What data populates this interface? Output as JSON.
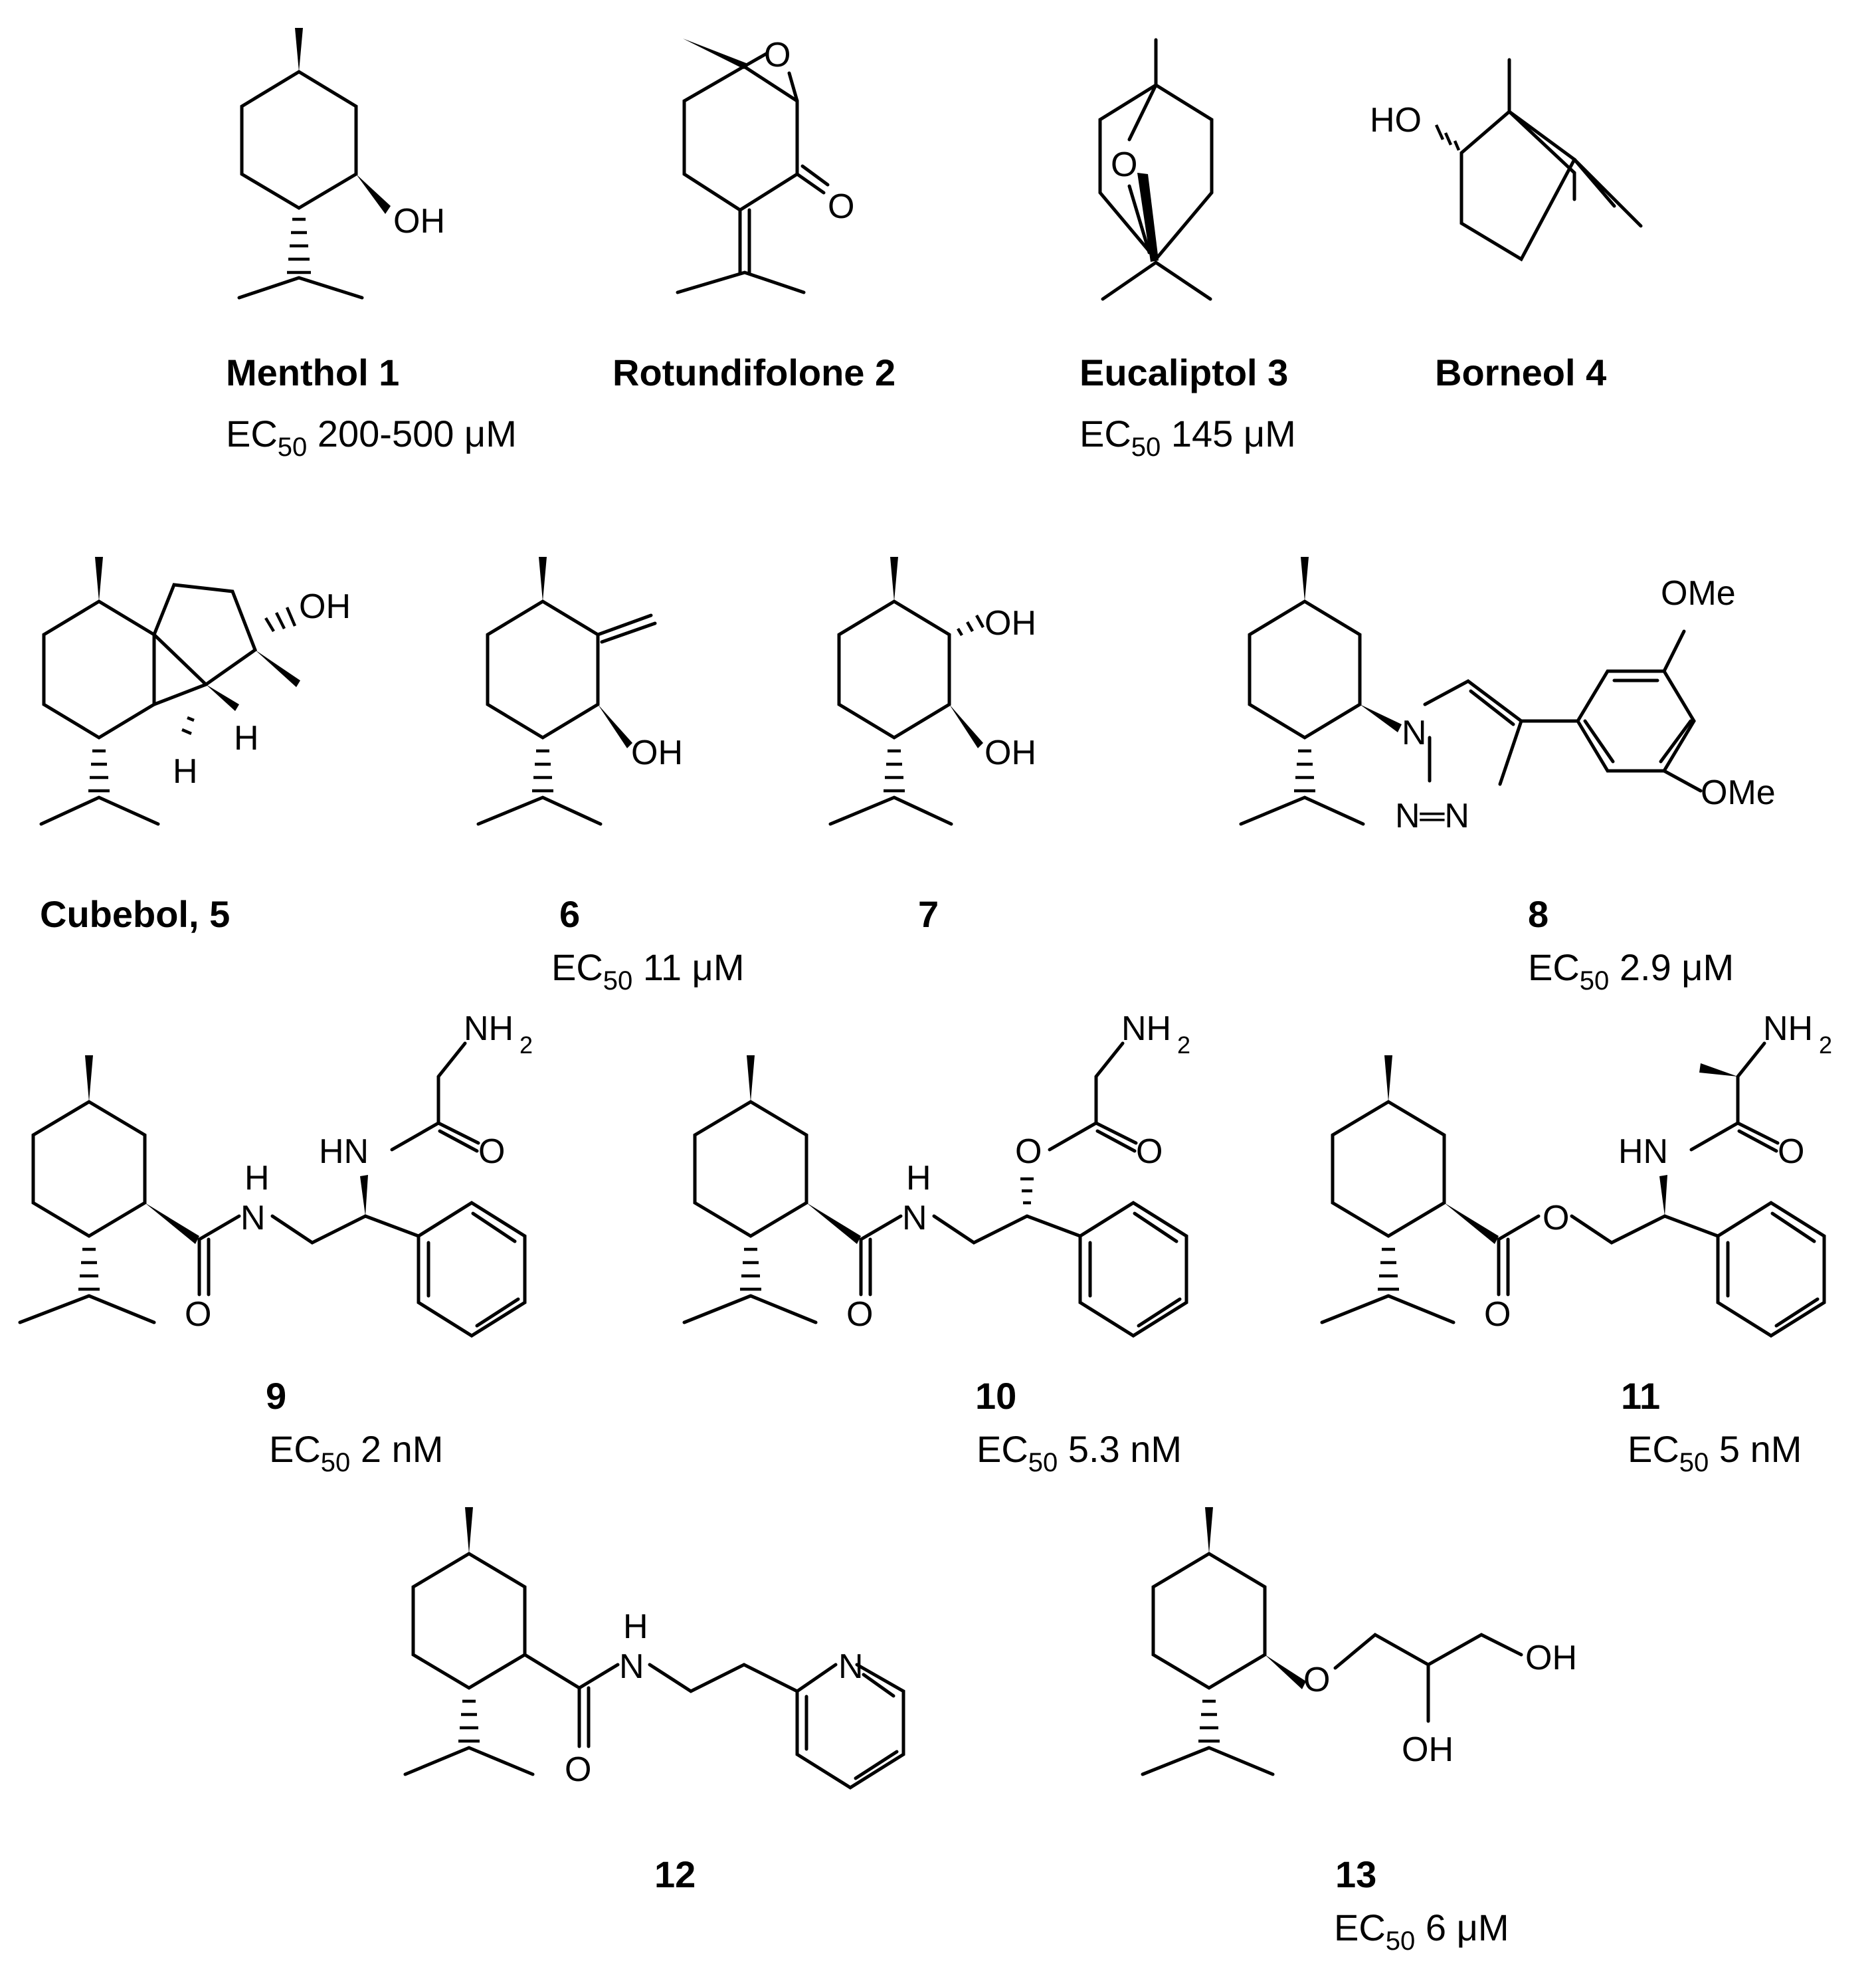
{
  "figure": {
    "compounds": [
      {
        "id": "menthol",
        "name": "Menthol 1",
        "ec50_value": "200-500 μM"
      },
      {
        "id": "rotundifolone",
        "name": "Rotundifolone 2",
        "ec50_value": ""
      },
      {
        "id": "eucaliptol",
        "name": "Eucaliptol 3",
        "ec50_value": "145 μM"
      },
      {
        "id": "borneol",
        "name": "Borneol 4",
        "ec50_value": ""
      },
      {
        "id": "cubebol",
        "name": "Cubebol, 5",
        "ec50_value": ""
      },
      {
        "id": "c6",
        "name": "6",
        "ec50_value": "11 μM"
      },
      {
        "id": "c7",
        "name": "7",
        "ec50_value": ""
      },
      {
        "id": "c8",
        "name": "8",
        "ec50_value": "2.9 μM"
      },
      {
        "id": "c9",
        "name": "9",
        "ec50_value": "2 nM"
      },
      {
        "id": "c10",
        "name": "10",
        "ec50_value": "5.3 nM"
      },
      {
        "id": "c11",
        "name": "11",
        "ec50_value": "5 nM"
      },
      {
        "id": "c12",
        "name": "12",
        "ec50_value": ""
      },
      {
        "id": "c13",
        "name": "13",
        "ec50_value": "6 μM"
      }
    ],
    "ec_prefix": "EC",
    "ec_subscript": "50",
    "atom_labels": {
      "OH": "OH",
      "HO": "HO",
      "O": "O",
      "H": "H",
      "N": "N",
      "NH2_main": "NH",
      "NH2_sub": "2",
      "HN": "HN",
      "OMe": "OMe",
      "NeqN": "N═N"
    }
  }
}
